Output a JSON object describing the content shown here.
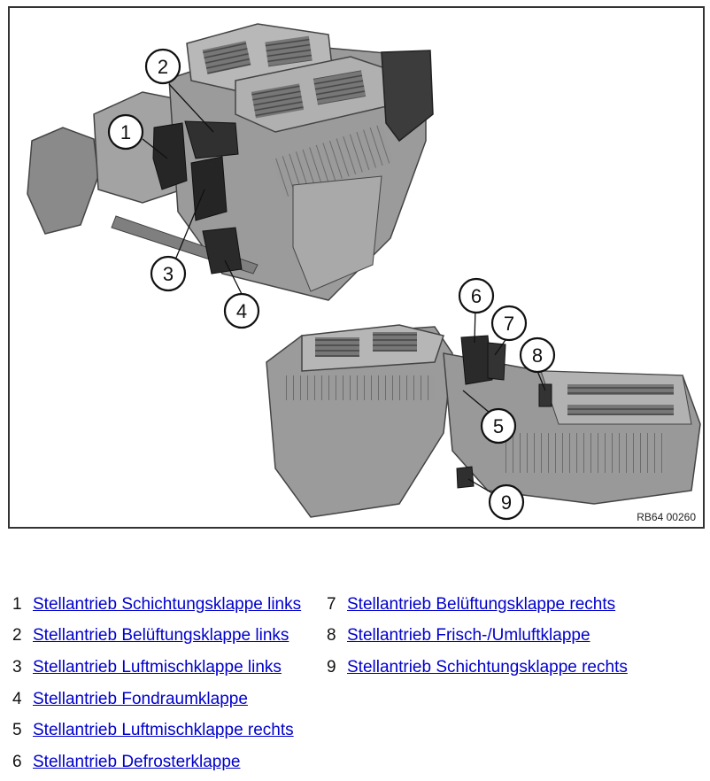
{
  "figure": {
    "code": "RB64 00260",
    "callouts": [
      "1",
      "2",
      "3",
      "4",
      "5",
      "6",
      "7",
      "8",
      "9"
    ]
  },
  "legend": {
    "left": [
      {
        "num": "1",
        "label": "Stellantrieb Schichtungsklappe links"
      },
      {
        "num": "2",
        "label": "Stellantrieb Belüftungsklappe links"
      },
      {
        "num": "3",
        "label": "Stellantrieb Luftmischklappe links"
      },
      {
        "num": "4",
        "label": "Stellantrieb Fondraumklappe"
      },
      {
        "num": "5",
        "label": "Stellantrieb Luftmischklappe rechts"
      },
      {
        "num": "6",
        "label": "Stellantrieb Defrosterklappe"
      }
    ],
    "right": [
      {
        "num": "7",
        "label": "Stellantrieb Belüftungsklappe rechts"
      },
      {
        "num": "8",
        "label": "Stellantrieb Frisch-/Umluftklappe"
      },
      {
        "num": "9",
        "label": "Stellantrieb Schichtungsklappe rechts"
      }
    ]
  },
  "colors": {
    "link": "#0000cc",
    "housing": "#8f8f8f",
    "dark": "#2a2a2a"
  }
}
